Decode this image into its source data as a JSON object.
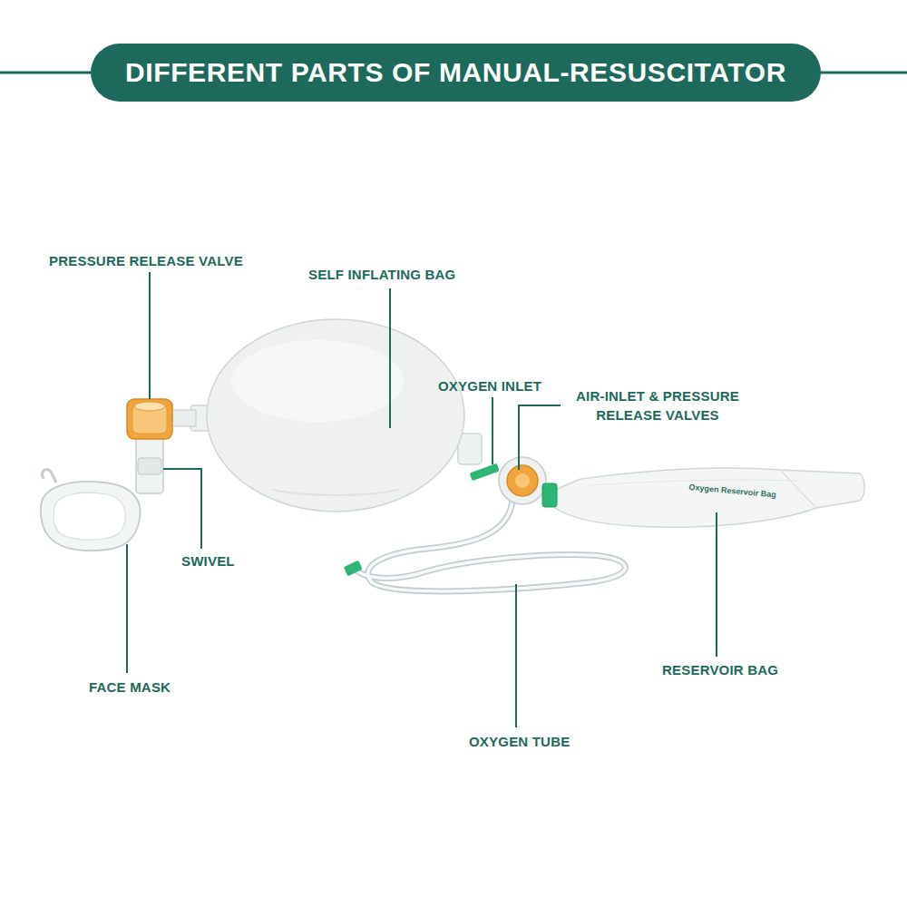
{
  "diagram": {
    "title": "DIFFERENT PARTS OF MANUAL-RESUSCITATOR",
    "labels": [
      "PRESSURE RELEASE VALVE",
      "SELF INFLATING BAG",
      "OXYGEN INLET",
      "AIR-INLET & PRESSURE RELEASE VALVES",
      "SWIVEL",
      "FACE MASK",
      "OXYGEN TUBE",
      "RESERVOIR BAG",
      "Oxygen Reservoir Bag"
    ]
  }
}
